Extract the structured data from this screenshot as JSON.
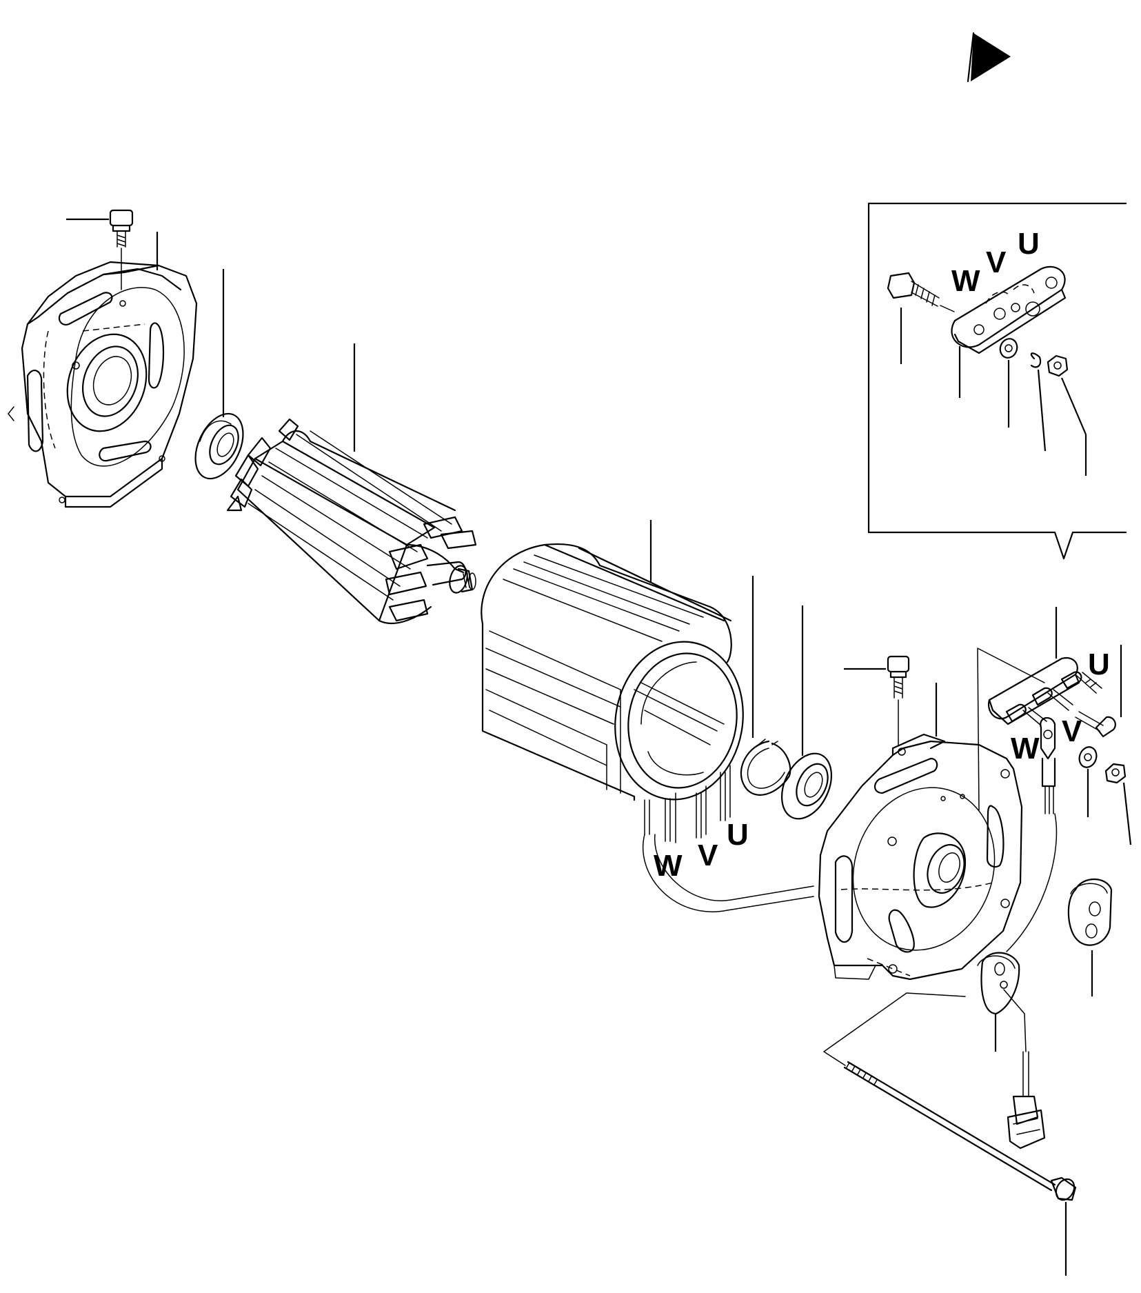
{
  "phase_labels": {
    "inset": {
      "u": "U",
      "v": "V",
      "w": "W"
    },
    "terminal_block": {
      "u": "U",
      "v": "V",
      "w": "W"
    },
    "stator_leads": {
      "u": "U",
      "v": "V",
      "w": "W"
    }
  },
  "icons": {
    "direction_marker": "play-arrow-icon"
  },
  "colors": {
    "line": "#000000",
    "background": "#ffffff"
  }
}
